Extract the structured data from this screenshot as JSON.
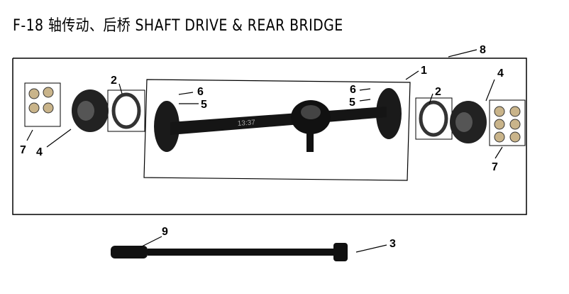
{
  "title": "F-18 轴传动、后桥 SHAFT DRIVE & REAR BRIDGE",
  "callouts": {
    "rear_bridge_assembly": "8",
    "axle": "1",
    "brake_shoe_left": "2",
    "brake_shoe_right": "2",
    "brake_drum_left": "4",
    "brake_drum_right": "4",
    "lever_left": "6",
    "lever_right": "6",
    "spring_left": "5",
    "spring_right": "5",
    "nuts_left": "7",
    "nuts_right": "7",
    "boot": "9",
    "drive_shaft": "3"
  },
  "axle_marking": "13:37"
}
